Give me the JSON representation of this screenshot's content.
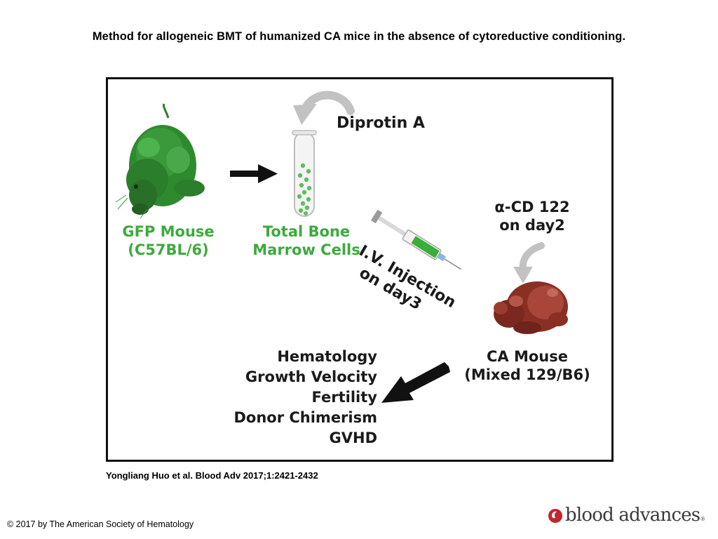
{
  "title": "Method for allogeneic BMT of humanized CA mice in the absence of cytoreductive conditioning.",
  "diagram": {
    "reagent": "Diprotin A",
    "donor_label_line1": "GFP Mouse",
    "donor_label_line2": "(C57BL/6)",
    "cells_label_line1": "Total Bone",
    "cells_label_line2": "Marrow Cells",
    "injection_line1": "I.V. Injection",
    "injection_line2": "on day3",
    "antibody_line1": "α-CD 122",
    "antibody_line2": "on day2",
    "recipient_label_line1": "CA Mouse",
    "recipient_label_line2": "(Mixed 129/B6)",
    "outcomes": [
      "Hematology",
      "Growth Velocity",
      "Fertility",
      "Donor Chimerism",
      "GVHD"
    ]
  },
  "colors": {
    "green": "#3daa3d",
    "grey_arrow": "#c2c2c2",
    "black": "#111111"
  },
  "citation": "Yongliang Huo et al. Blood Adv 2017;1:2421-2432",
  "copyright": "© 2017 by The American Society of Hematology",
  "logo": {
    "text": "blood advances",
    "tm": "®"
  }
}
